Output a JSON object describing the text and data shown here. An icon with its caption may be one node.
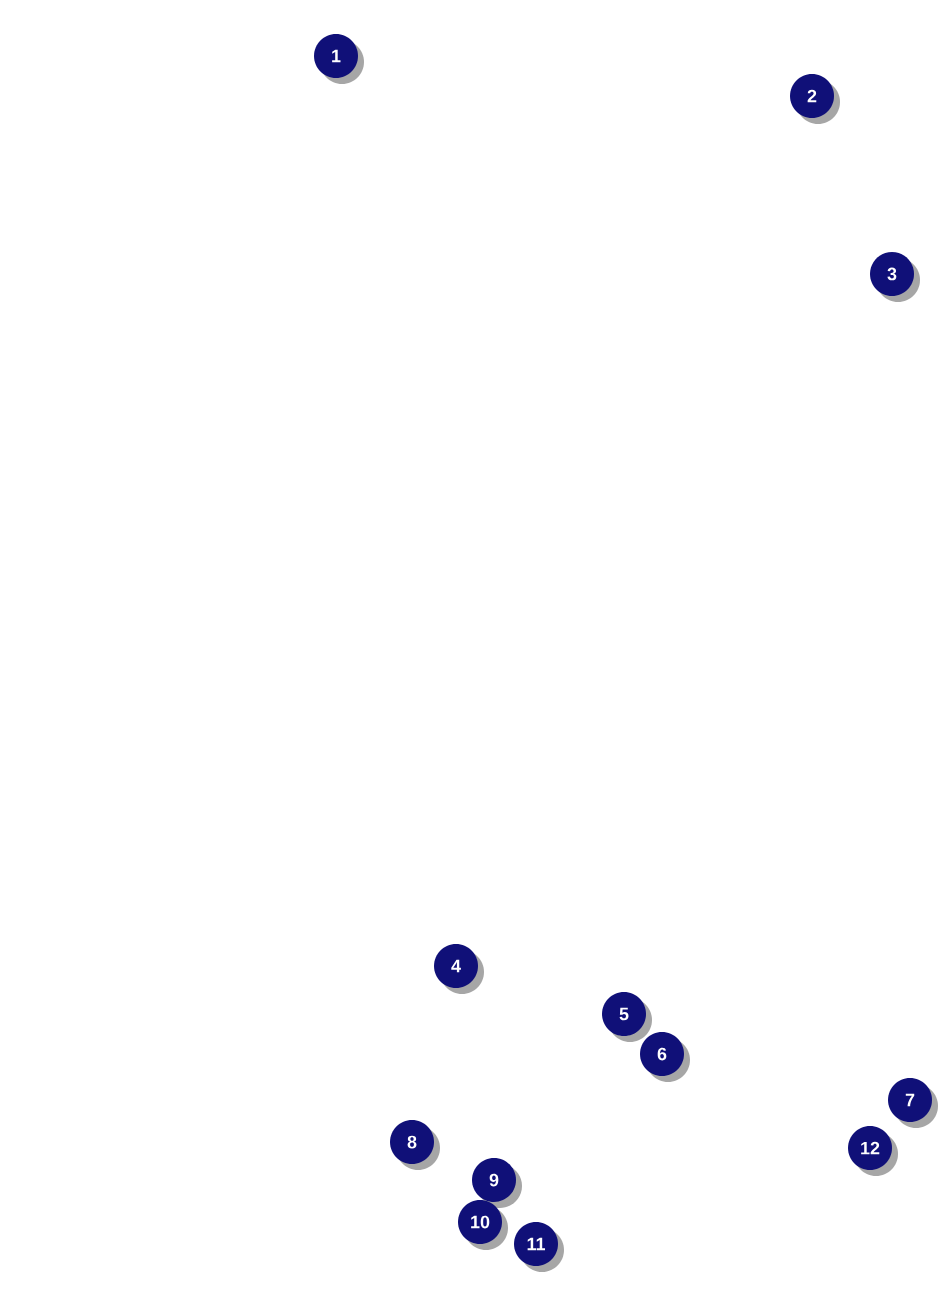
{
  "diagram": {
    "labels": [
      "1",
      "2",
      "3",
      "4",
      "5",
      "6",
      "7",
      "12",
      "8",
      "9",
      "10",
      "11"
    ]
  }
}
